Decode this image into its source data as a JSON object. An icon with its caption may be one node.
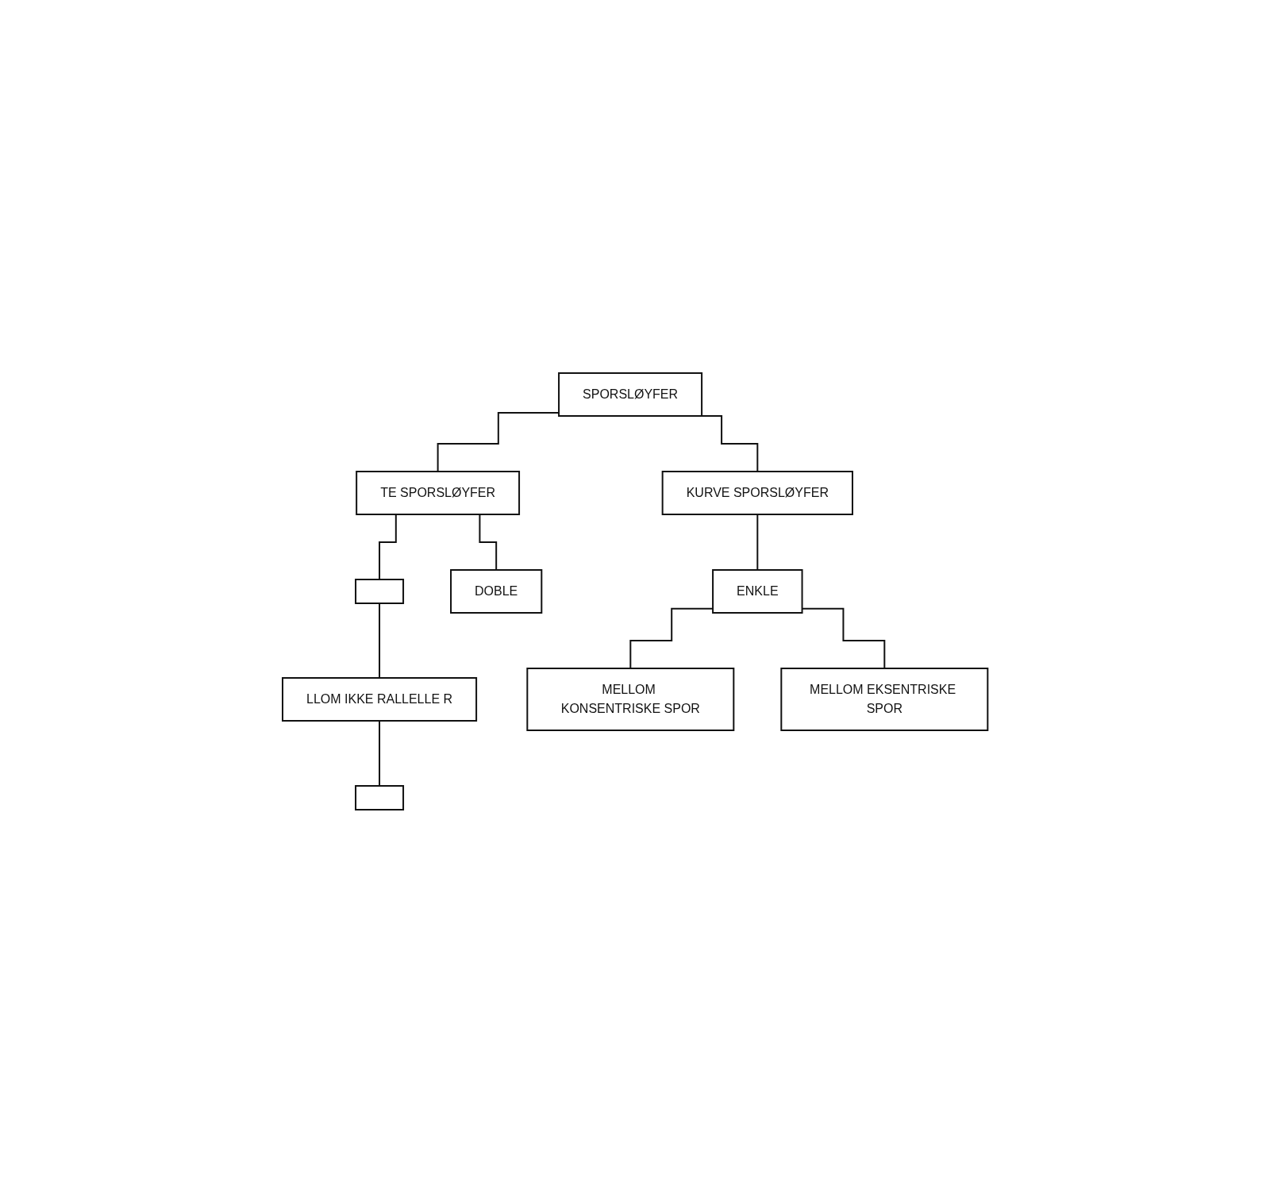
{
  "diagram": {
    "nodes": [
      {
        "text": [
          "SPORSLØYFER"
        ]
      },
      {
        "text": [
          "TE SPORSLØYFER"
        ]
      },
      {
        "text": [
          "KURVE SPORSLØYFER"
        ]
      },
      {
        "text": [],
        "shape": "box"
      },
      {
        "text": [
          "DOBLE"
        ]
      },
      {
        "text": [
          "ENKLE"
        ]
      },
      {
        "text": [
          "LLOM IKKE RALLELLE R"
        ]
      },
      {
        "text": [
          "MELLOM KONSENTRISKE SPOR"
        ]
      },
      {
        "text": [
          "MELLOM EKSENTRISKE SPOR"
        ]
      },
      {
        "text": [],
        "shape": "box"
      }
    ],
    "edges": [
      {
        "from": 0,
        "to": 1,
        "arrow": "none"
      },
      {
        "from": 0,
        "to": 2,
        "arrow": "none"
      },
      {
        "from": 1,
        "to": 3,
        "arrow": "none"
      },
      {
        "from": 1,
        "to": 4,
        "arrow": "none"
      },
      {
        "from": 2,
        "to": 5,
        "arrow": "none"
      },
      {
        "from": 3,
        "to": 6,
        "arrow": "none"
      },
      {
        "from": 5,
        "to": 7,
        "arrow": "none"
      },
      {
        "from": 5,
        "to": 8,
        "arrow": "none"
      },
      {
        "from": 6,
        "to": 9,
        "arrow": "none"
      }
    ]
  }
}
